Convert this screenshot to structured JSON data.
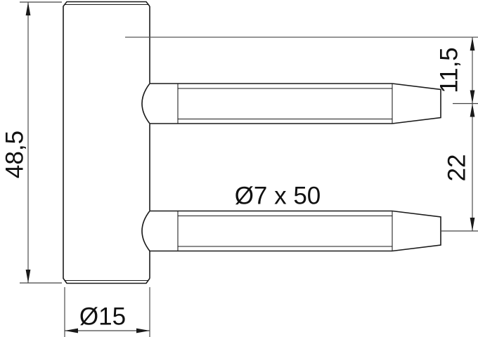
{
  "drawing": {
    "kind": "technical-dimension-drawing",
    "view": "hinge-side-view",
    "dimensions": {
      "body_height": "48,5",
      "top_pin_offset": "11,5",
      "pin_spacing": "22",
      "pin_size_label": "Ø7 x 50",
      "body_diameter": "Ø15"
    },
    "colors": {
      "outline": "#1a1a1a",
      "dimension": "#444444",
      "reference": "#575757",
      "text": "#111111",
      "background": "#ffffff"
    }
  }
}
